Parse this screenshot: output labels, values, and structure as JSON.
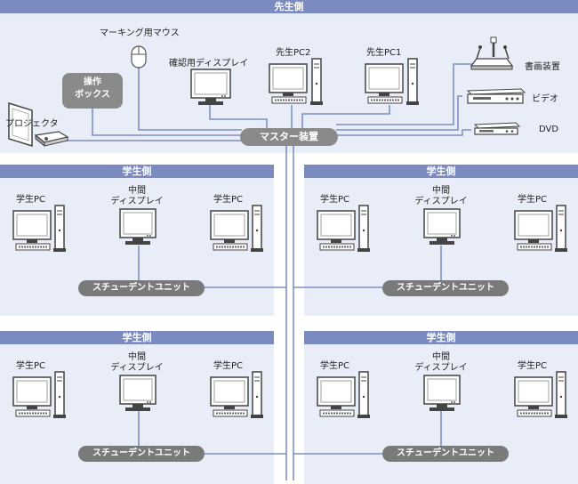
{
  "colors": {
    "header": "#7b8bbf",
    "panel": "#e9edf7",
    "wire": "#7f8fc4",
    "unit": "#7a7a7a"
  },
  "teacher": {
    "header": "先生側",
    "mouse": "マーキング用マウス",
    "confirm_display": "確認用ディスプレイ",
    "pc2": "先生PC2",
    "pc1": "先生PC1",
    "operation_box_line1": "操作",
    "operation_box_line2": "ボックス",
    "projector": "プロジェクタ",
    "document_camera": "書画装置",
    "video": "ビデオ",
    "dvd": "DVD",
    "master": "マスター装置"
  },
  "student_groups": [
    {
      "header": "学生側",
      "pc_left": "学生PC",
      "middle_line1": "中間",
      "middle_line2": "ディスプレイ",
      "pc_right": "学生PC",
      "unit": "スチューデントユニット"
    },
    {
      "header": "学生側",
      "pc_left": "学生PC",
      "middle_line1": "中間",
      "middle_line2": "ディスプレイ",
      "pc_right": "学生PC",
      "unit": "スチューデントユニット"
    },
    {
      "header": "学生側",
      "pc_left": "学生PC",
      "middle_line1": "中間",
      "middle_line2": "ディスプレイ",
      "pc_right": "学生PC",
      "unit": "スチューデントユニット"
    },
    {
      "header": "学生側",
      "pc_left": "学生PC",
      "middle_line1": "中間",
      "middle_line2": "ディスプレイ",
      "pc_right": "学生PC",
      "unit": "スチューデントユニット"
    }
  ]
}
